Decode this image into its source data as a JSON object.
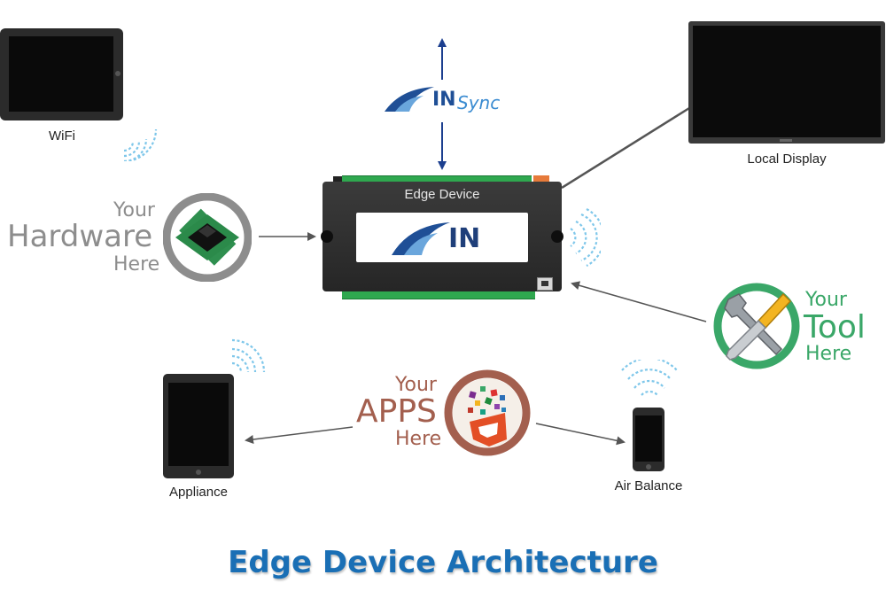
{
  "wifi_label": "WiFi",
  "local_display_label": "Local Display",
  "edge_device_label": "Edge Device",
  "sync_logo_text": "Sync",
  "fin_logo_text": "IN",
  "hardware": {
    "your": "Your",
    "main": "Hardware",
    "here": "Here"
  },
  "tool": {
    "your": "Your",
    "main": "Tool",
    "here": "Here"
  },
  "apps": {
    "your": "Your",
    "main": "APPS",
    "here": "Here"
  },
  "appliance_label": "Appliance",
  "air_balance_label": "Air Balance",
  "title": "Edge Device Architecture",
  "colors": {
    "title_blue": "#1a6fb5",
    "arrow_blue": "#1c3f8f",
    "wifi_blue": "#7fc7ea",
    "green": "#3aa768",
    "brown": "#a35f4e",
    "grey": "#8d8d8d"
  }
}
